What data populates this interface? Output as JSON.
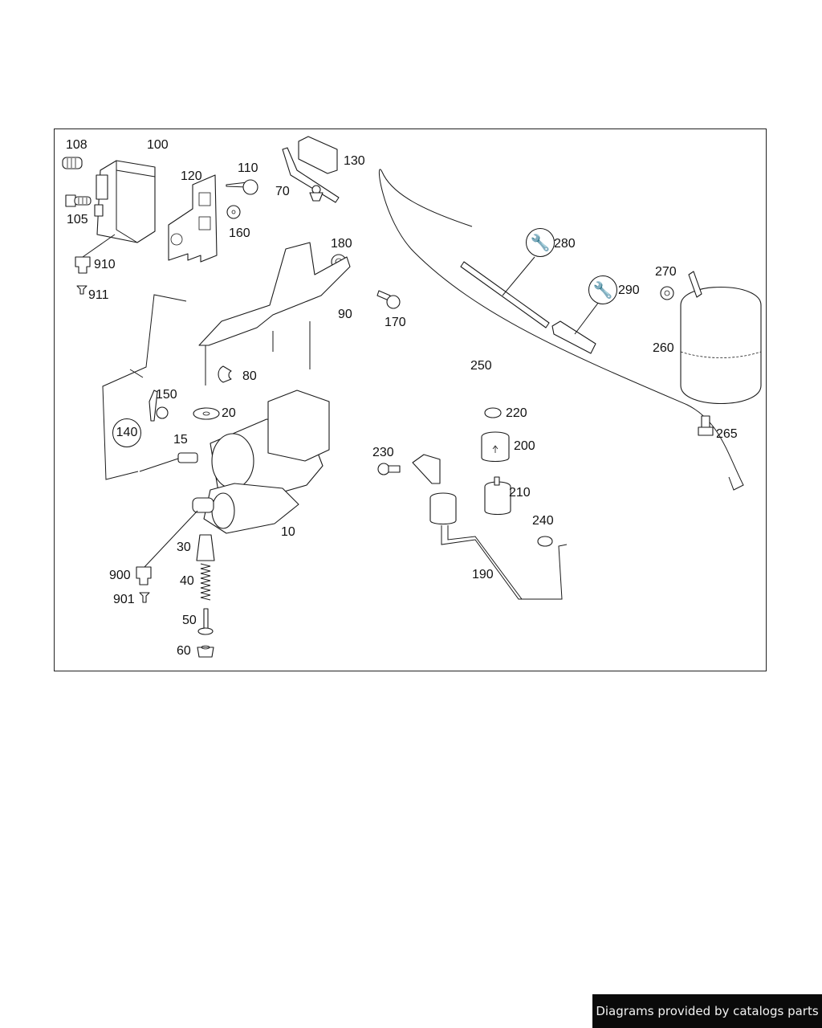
{
  "diagram": {
    "title": "Air suspension compressor parts diagram",
    "callouts": {
      "c108": "108",
      "c100": "100",
      "c105": "105",
      "c910": "910",
      "c911": "911",
      "c120": "120",
      "c110": "110",
      "c160": "160",
      "c70": "70",
      "c130": "130",
      "c180": "180",
      "c90": "90",
      "c170": "170",
      "c80": "80",
      "c150": "150",
      "c140": "140",
      "c20": "20",
      "c15": "15",
      "c10": "10",
      "c30": "30",
      "c40": "40",
      "c50": "50",
      "c60": "60",
      "c900": "900",
      "c901": "901",
      "c280": "280",
      "c290": "290",
      "c270": "270",
      "c260": "260",
      "c250": "250",
      "c265": "265",
      "c220": "220",
      "c200": "200",
      "c230": "230",
      "c210": "210",
      "c240": "240",
      "c190": "190"
    },
    "icons": {
      "tool_badge": "wrench-icon",
      "flow_arrow": "arrow-up-icon"
    }
  },
  "footer": {
    "text": "Diagrams provided by catalogs parts",
    "background": "#0a0a0a",
    "color": "#f2f2f2"
  }
}
